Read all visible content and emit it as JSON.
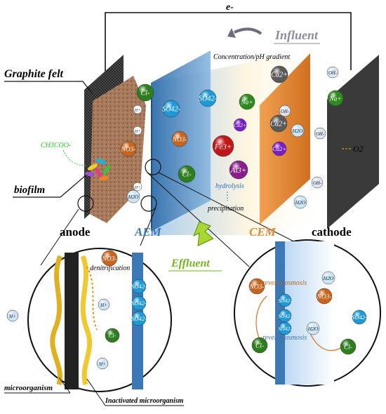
{
  "labels": {
    "electron": "e-",
    "influent": "Influent",
    "gradient": "Concentration/pH gradient",
    "graphite_felt": "Graphite felt",
    "acetate": "CH3COO-",
    "biofilm": "biofilm",
    "anode": "anode",
    "aem": "AEM",
    "cem": "CEM",
    "cathode": "cathode",
    "effluent": "Effluent",
    "hydrolysis": "hydrolysis",
    "precipitation": "precipitation",
    "o2": "O2",
    "denitrification": "denitrification",
    "reverse_osmosis_1": "reverse osmosis",
    "reverse_osmosis_2": "reverse osmosis",
    "microorganism": "microorganism",
    "inactivated_microorganism": "Inactivated microorganism"
  },
  "ions": {
    "cl": "Cl-",
    "so4": "SO42-",
    "no3": "NO3-",
    "na": "Na+",
    "cu": "Cu2+",
    "fe": "Fe3+",
    "al": "Al3+",
    "ca": "Ca2+",
    "oh": "OH-",
    "h": "H+",
    "h2o": "H2O"
  },
  "colors": {
    "anode_felt": "#a87a5c",
    "aem": "#3c78b4",
    "cem": "#e08a3a",
    "cathode": "#3a3a3a",
    "cl_ion": "#2e7d1e",
    "no3_ion": "#c8641e",
    "so4_ion": "#1e9ad8",
    "fe_ion": "#c01818",
    "al_ion": "#8a1e8a",
    "na_ion": "#2e8a1e",
    "cu_ion": "#7a1ec8",
    "ca_ion": "#5a5a5a",
    "effluent_text": "#78b41e",
    "influent_text": "#8c8c9c"
  }
}
